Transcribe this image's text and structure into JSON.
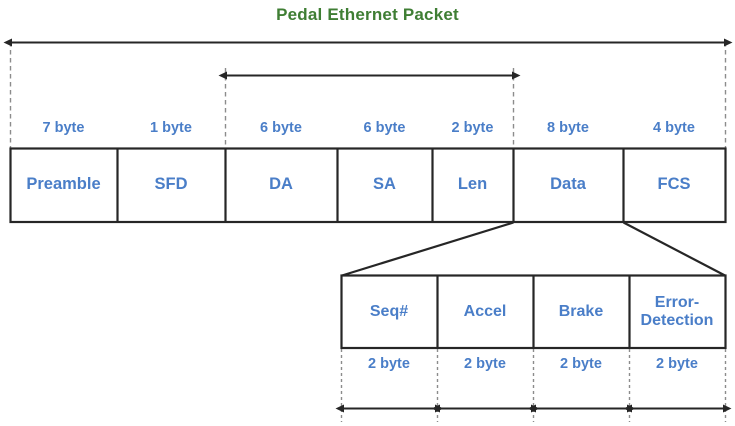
{
  "title": "Pedal Ethernet Packet",
  "colors": {
    "title_green": "#3f7e34",
    "label_blue": "#4a7ec8",
    "line_black": "#262626",
    "guide_gray": "#808080",
    "background": "#ffffff"
  },
  "packet": {
    "fields": [
      {
        "name": "Preamble",
        "size": "7 byte"
      },
      {
        "name": "SFD",
        "size": "1 byte"
      },
      {
        "name": "DA",
        "size": "6 byte"
      },
      {
        "name": "SA",
        "size": "6 byte"
      },
      {
        "name": "Len",
        "size": "2 byte"
      },
      {
        "name": "Data",
        "size": "8 byte"
      },
      {
        "name": "FCS",
        "size": "4 byte"
      }
    ]
  },
  "payload": {
    "expanded_from": "Data",
    "fields": [
      {
        "name": "Seq#",
        "size": "2 byte"
      },
      {
        "name": "Accel",
        "size": "2 byte"
      },
      {
        "name": "Brake",
        "size": "2 byte"
      },
      {
        "name": "Error-\nDetection",
        "size": "2 byte"
      }
    ]
  },
  "measures": [
    {
      "name": "full-packet-span",
      "label": ""
    },
    {
      "name": "header-span",
      "label": ""
    }
  ]
}
